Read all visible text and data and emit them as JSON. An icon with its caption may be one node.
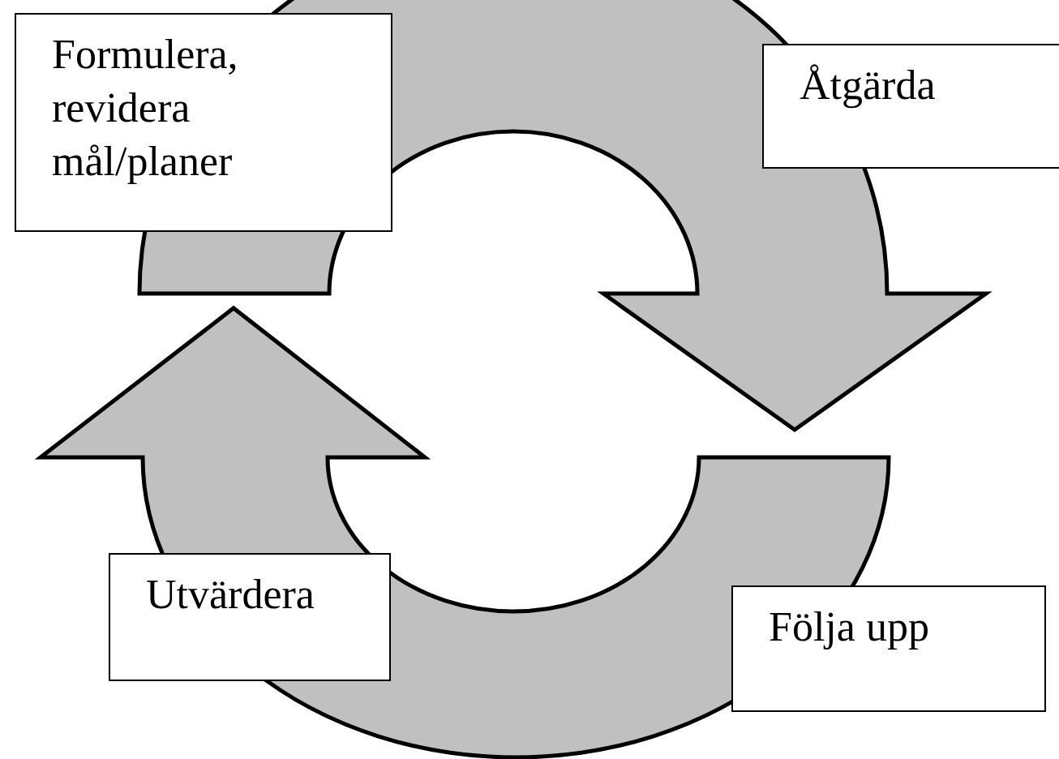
{
  "diagram": {
    "nodes": [
      {
        "text": [
          "Formulera, revidera mål/planer"
        ]
      },
      {
        "text": [
          "Åtgärda"
        ]
      },
      {
        "text": [
          "Följa upp"
        ]
      },
      {
        "text": [
          "Utvärdera"
        ]
      }
    ],
    "edges": [
      {
        "from": 1,
        "to": 2,
        "arrow": "to"
      },
      {
        "from": 3,
        "to": 0,
        "arrow": "to"
      }
    ]
  }
}
